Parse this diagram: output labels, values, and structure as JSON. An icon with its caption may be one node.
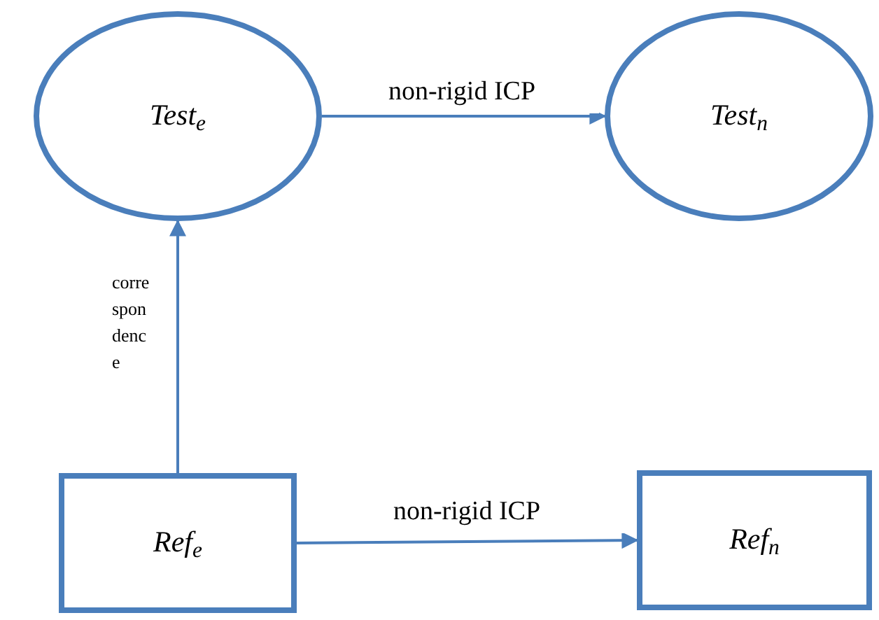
{
  "diagram": {
    "nodes": [
      {
        "text": [
          "Test$_{e}$"
        ]
      },
      {
        "text": [
          "Test$_{n}$"
        ]
      },
      {
        "text": [
          "Ref$_{e}$"
        ]
      },
      {
        "text": [
          "Ref$_{n}$"
        ]
      }
    ],
    "edges": [
      {
        "from": 0,
        "to": 1,
        "arrow": "to",
        "label": "non-rigid ICP"
      },
      {
        "from": 2,
        "to": 3,
        "arrow": "to",
        "label": "non-rigid ICP"
      },
      {
        "from": 2,
        "to": 0,
        "arrow": "to",
        "label": "correspondence"
      }
    ]
  }
}
